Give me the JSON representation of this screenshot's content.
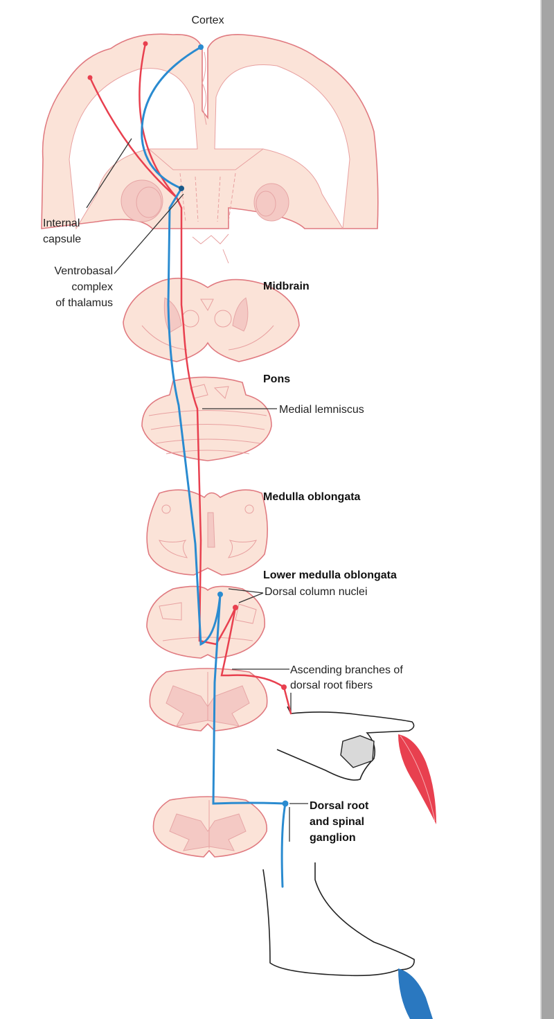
{
  "labels": {
    "cortex": "Cortex",
    "internal_capsule": [
      "Internal",
      "capsule"
    ],
    "ventrobasal": [
      "Ventrobasal",
      "complex",
      "of thalamus"
    ],
    "midbrain": "Midbrain",
    "pons": "Pons",
    "medial_lemniscus": "Medial lemniscus",
    "medulla": "Medulla oblongata",
    "lower_medulla": "Lower medulla oblongata",
    "dorsal_column_nuclei": "Dorsal column nuclei",
    "ascending_branches": [
      "Ascending branches of",
      "dorsal root fibers"
    ],
    "dorsal_root": [
      "Dorsal root",
      "and spinal",
      "ganglion"
    ]
  },
  "colors": {
    "pathway_blue": "#2a8bd0",
    "pathway_red": "#e8404f",
    "tissue": "#fbe3d8",
    "outline": "#e07a80"
  }
}
